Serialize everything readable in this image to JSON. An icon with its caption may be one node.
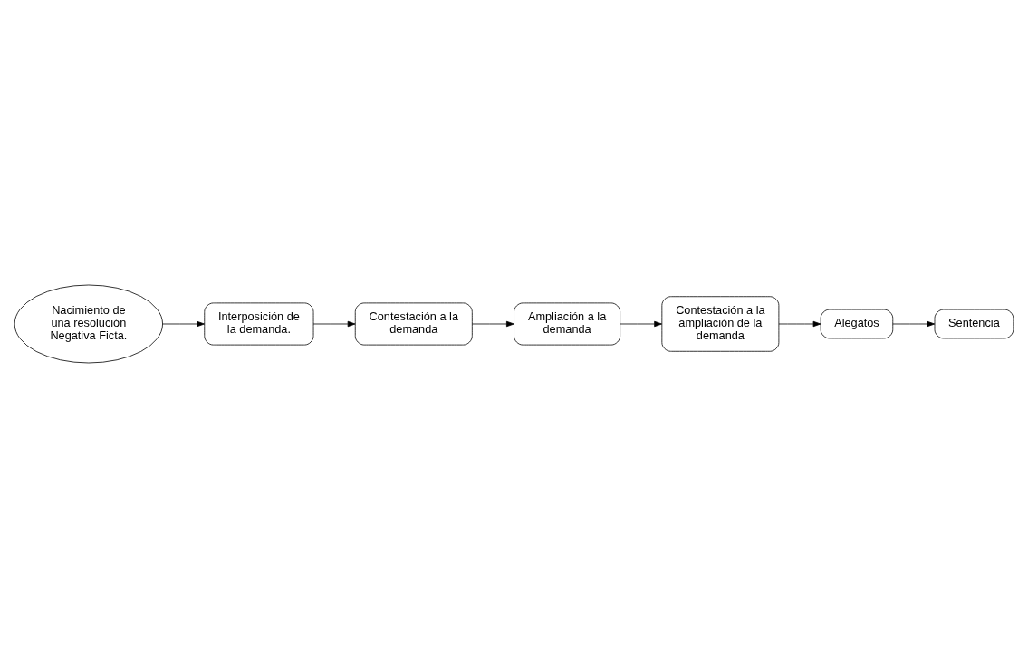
{
  "diagram": {
    "nodes": [
      {
        "text": [
          "Contestación a la demanda"
        ]
      },
      {
        "text": [
          "Interposición de la demanda."
        ]
      },
      {
        "text": [
          "Ampliación a la demanda"
        ]
      },
      {
        "text": [
          "Nacimiento de una resolución Negativa Ficta."
        ]
      },
      {
        "text": [
          "Sentencia"
        ]
      },
      {
        "text": [
          "Contestación a la ampliación de la demanda"
        ]
      },
      {
        "text": [
          "Alegatos"
        ]
      }
    ],
    "edges": [
      {
        "from": 3,
        "to": 1,
        "arrow": "to"
      },
      {
        "from": 1,
        "to": 0,
        "arrow": "to"
      },
      {
        "from": 0,
        "to": 2,
        "arrow": "to"
      },
      {
        "from": 2,
        "to": 5,
        "arrow": "to"
      },
      {
        "from": 5,
        "to": 6,
        "arrow": "to"
      },
      {
        "from": 6,
        "to": 4,
        "arrow": "to"
      }
    ]
  }
}
